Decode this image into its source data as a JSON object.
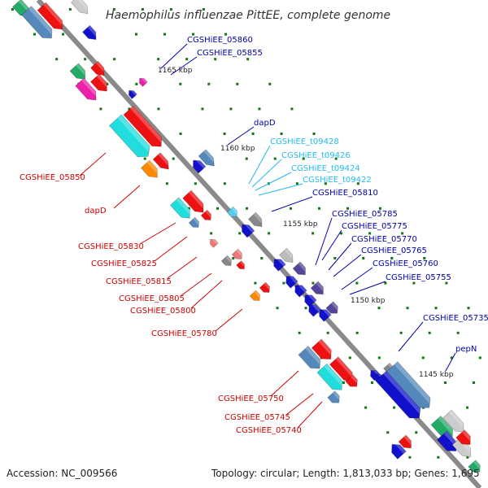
{
  "title": "Haemophilus influenzae PittEE, complete genome",
  "footer": {
    "accession": "Accession: NC_009566",
    "topology": "Topology: circular; Length: 1,813,033 bp; Genes: 1,695"
  },
  "colors": {
    "backbone": "#8a8a8a",
    "red": "#ee1111",
    "blue": "#1111cc",
    "cyan": "#22dddd",
    "lightcyan": "#33ccee",
    "steelblue": "#5588bb",
    "gray": "#888888",
    "green": "#22aa66",
    "orange": "#ff8800",
    "magenta": "#ee22aa",
    "purple": "#554499",
    "pink": "#ee7777",
    "label_red": "#cc0000",
    "label_blue": "#0000aa",
    "label_cyan": "#22bbee",
    "tick_green": "#117711"
  },
  "ticks": [
    "1165 kbp",
    "1160 kbp",
    "1155 kbp",
    "1150 kbp",
    "1145 kbp"
  ],
  "labels": {
    "left": [
      "CGSHiEE_05850",
      "dapD",
      "CGSHiEE_05830",
      "CGSHiEE_05825",
      "CGSHiEE_05815",
      "CGSHiEE_05805",
      "CGSHiEE_05800",
      "CGSHiEE_05780",
      "CGSHiEE_05750",
      "CGSHiEE_05745",
      "CGSHiEE_05740"
    ],
    "right_blue": [
      "CGSHiEE_05860",
      "CGSHiEE_05855",
      "dapD",
      "CGSHiEE_05810",
      "CGSHiEE_05785",
      "CGSHiEE_05775",
      "CGSHiEE_05770",
      "CGSHiEE_05765",
      "CGSHiEE_05760",
      "CGSHiEE_05755",
      "CGSHiEE_05735",
      "pepN"
    ],
    "right_cyan": [
      "CGSHiEE_t09428",
      "CGSHiEE_t09426",
      "CGSHiEE_t09424",
      "CGSHiEE_t09422"
    ]
  }
}
